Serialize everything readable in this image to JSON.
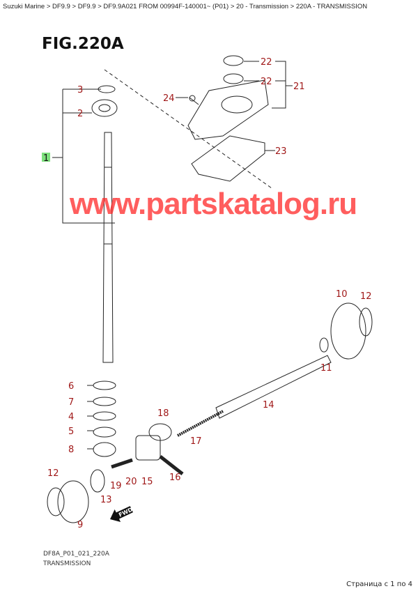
{
  "breadcrumb": "Suzuki Marine > DF9.9 > DF9.9 > DF9.9A021 FROM 00994F-140001~ (P01) > 20 - Transmission > 220A - TRANSMISSION",
  "figure_title": "FIG.220A",
  "callouts": [
    "22",
    "22",
    "21",
    "24",
    "23",
    "3",
    "2",
    "1",
    "10",
    "12",
    "11",
    "14",
    "18",
    "17",
    "6",
    "7",
    "4",
    "5",
    "8",
    "12",
    "13",
    "19",
    "20",
    "15",
    "16",
    "9"
  ],
  "fwd_label": "FWD",
  "watermark": "www.partskatalog.ru",
  "drawing_code": "DF8A_P01_021_220A",
  "drawing_name": "TRANSMISSION",
  "pagination": "Страница с 1 по 4",
  "colors": {
    "callout": "#a01818",
    "highlight": "#7de07d",
    "watermark": "#ff2828"
  }
}
